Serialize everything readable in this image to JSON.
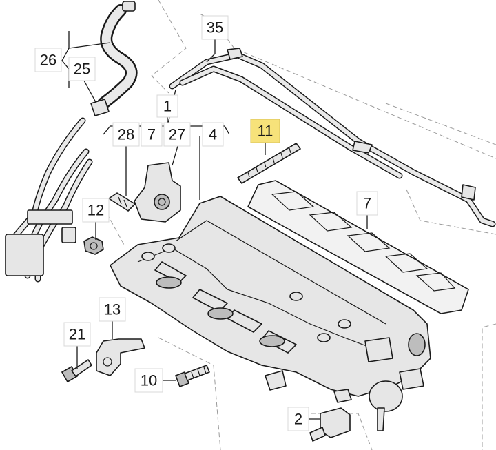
{
  "callouts": {
    "c35": "35",
    "c26": "26",
    "c25": "25",
    "c1": "1",
    "c28": "28",
    "c7a": "7",
    "c27": "27",
    "c4": "4",
    "c11": "11",
    "c12": "12",
    "c7b": "7",
    "c13": "13",
    "c21": "21",
    "c10": "10",
    "c2": "2"
  },
  "colors": {
    "highlight": "#f7e27a",
    "line": "#1a1a1a",
    "part_fill": "#e6e6e6"
  },
  "highlighted_callout": "11"
}
